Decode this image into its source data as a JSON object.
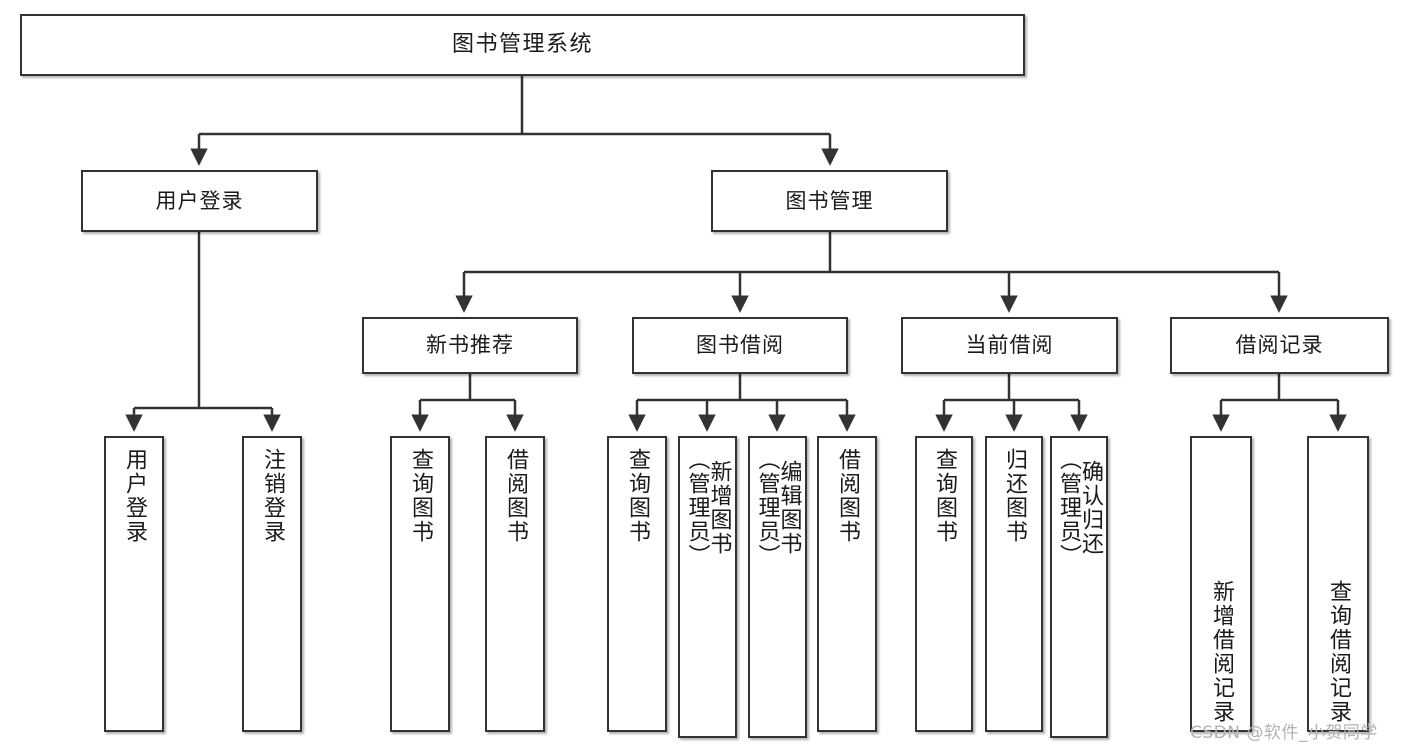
{
  "diagram": {
    "title": "图书管理系统",
    "type": "tree-hierarchy-chart",
    "watermark": "CSDN @软件_小贺同学",
    "colors": {
      "box_border": "#333333",
      "box_fill": "#ffffff",
      "connector": "#333333",
      "text": "#1a1a1a",
      "watermark": "#b3b3b3",
      "background": "#ffffff"
    },
    "root": {
      "label": "图书管理系统"
    },
    "level2": [
      {
        "label": "用户登录"
      },
      {
        "label": "图书管理"
      }
    ],
    "level3": [
      {
        "label": "新书推荐"
      },
      {
        "label": "图书借阅"
      },
      {
        "label": "当前借阅"
      },
      {
        "label": "借阅记录"
      }
    ],
    "leaves": {
      "user_login": [
        {
          "label": "用户登录"
        },
        {
          "label": "注销登录"
        }
      ],
      "new_book_recommend": [
        {
          "label": "查询图书"
        },
        {
          "label": "借阅图书"
        }
      ],
      "book_borrow": [
        {
          "label": "查询图书"
        },
        {
          "label": "新增图书\n（管理员）"
        },
        {
          "label": "编辑图书\n（管理员）"
        },
        {
          "label": "借阅图书"
        }
      ],
      "current_borrow": [
        {
          "label": "查询图书"
        },
        {
          "label": "归还图书"
        },
        {
          "label": "确认归还\n（管理员）"
        }
      ],
      "borrow_record": [
        {
          "label": "新增借阅记录"
        },
        {
          "label": "查询借阅记录"
        }
      ]
    }
  },
  "chart_data": {
    "type": "table",
    "title": "图书管理系统 功能结构图",
    "nodes": [
      {
        "id": "root",
        "label": "图书管理系统",
        "level": 0,
        "parent": null
      },
      {
        "id": "n1",
        "label": "用户登录",
        "level": 1,
        "parent": "root"
      },
      {
        "id": "n2",
        "label": "图书管理",
        "level": 1,
        "parent": "root"
      },
      {
        "id": "n1a",
        "label": "用户登录",
        "level": 2,
        "parent": "n1"
      },
      {
        "id": "n1b",
        "label": "注销登录",
        "level": 2,
        "parent": "n1"
      },
      {
        "id": "n2a",
        "label": "新书推荐",
        "level": 2,
        "parent": "n2"
      },
      {
        "id": "n2b",
        "label": "图书借阅",
        "level": 2,
        "parent": "n2"
      },
      {
        "id": "n2c",
        "label": "当前借阅",
        "level": 2,
        "parent": "n2"
      },
      {
        "id": "n2d",
        "label": "借阅记录",
        "level": 2,
        "parent": "n2"
      },
      {
        "id": "n2a1",
        "label": "查询图书",
        "level": 3,
        "parent": "n2a"
      },
      {
        "id": "n2a2",
        "label": "借阅图书",
        "level": 3,
        "parent": "n2a"
      },
      {
        "id": "n2b1",
        "label": "查询图书",
        "level": 3,
        "parent": "n2b"
      },
      {
        "id": "n2b2",
        "label": "新增图书（管理员）",
        "level": 3,
        "parent": "n2b"
      },
      {
        "id": "n2b3",
        "label": "编辑图书（管理员）",
        "level": 3,
        "parent": "n2b"
      },
      {
        "id": "n2b4",
        "label": "借阅图书",
        "level": 3,
        "parent": "n2b"
      },
      {
        "id": "n2c1",
        "label": "查询图书",
        "level": 3,
        "parent": "n2c"
      },
      {
        "id": "n2c2",
        "label": "归还图书",
        "level": 3,
        "parent": "n2c"
      },
      {
        "id": "n2c3",
        "label": "确认归还（管理员）",
        "level": 3,
        "parent": "n2c"
      },
      {
        "id": "n2d1",
        "label": "新增借阅记录",
        "level": 3,
        "parent": "n2d"
      },
      {
        "id": "n2d2",
        "label": "查询借阅记录",
        "level": 3,
        "parent": "n2d"
      }
    ]
  }
}
